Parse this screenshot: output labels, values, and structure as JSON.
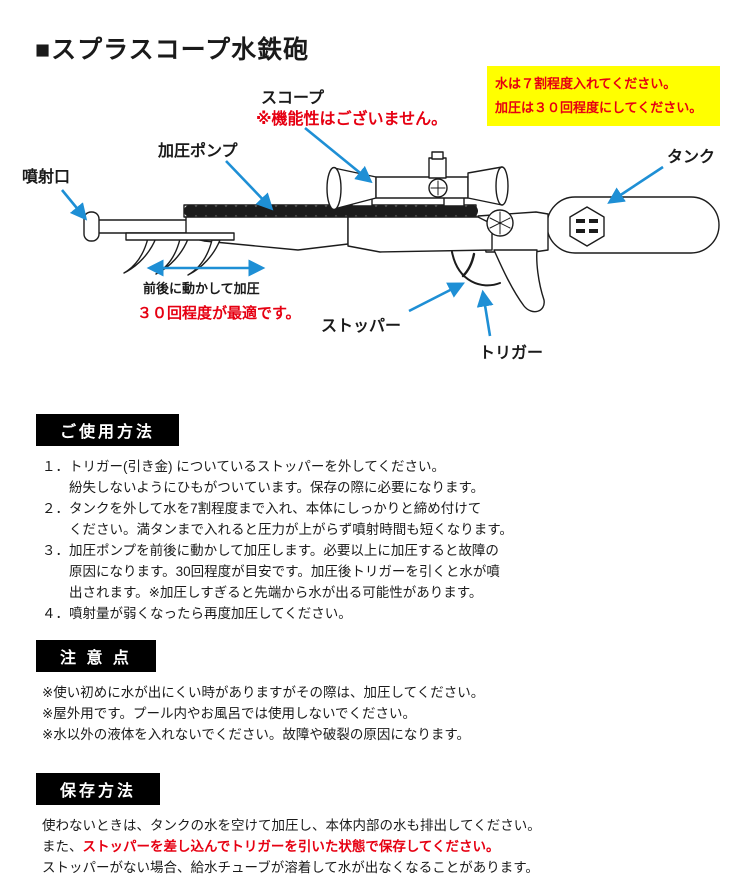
{
  "colors": {
    "arrow_blue": "#1e8fd5",
    "alert_red": "#e60012",
    "notice_bg": "#ffff00"
  },
  "title": "■スプラスコープ水鉄砲",
  "notice": {
    "line1": "水は７割程度入れてください。",
    "line2": "加圧は３０回程度にしてください。"
  },
  "diagram": {
    "scope_label": "スコープ",
    "scope_note": "※機能性はございません。",
    "pump_label": "加圧ポンプ",
    "nozzle_label": "噴射口",
    "tank_label": "タンク",
    "stopper_label": "ストッパー",
    "trigger_label": "トリガー",
    "pump_motion_label": "前後に動かして加圧",
    "pump_count_note": "３０回程度が最適です。"
  },
  "usage": {
    "heading": "ご使用方法",
    "lines": [
      "１．トリガー(引き金) についているストッパーを外してください。",
      "紛失しないようにひもがついています。保存の際に必要になります。",
      "２．タンクを外して水を7割程度まで入れ、本体にしっかりと締め付けて",
      "ください。満タンまで入れると圧力が上がらず噴射時間も短くなります。",
      "３．加圧ポンプを前後に動かして加圧します。必要以上に加圧すると故障の",
      "原因になります。30回程度が目安です。加圧後トリガーを引くと水が噴",
      "出されます。※加圧しすぎると先端から水が出る可能性があります。",
      "４．噴射量が弱くなったら再度加圧してください。"
    ]
  },
  "caution": {
    "heading": "注 意 点",
    "lines": [
      "※使い初めに水が出にくい時がありますがその際は、加圧してください。",
      "※屋外用です。プール内やお風呂では使用しないでください。",
      "※水以外の液体を入れないでください。故障や破裂の原因になります。"
    ]
  },
  "storage": {
    "heading": "保存方法",
    "line1": "使わないときは、タンクの水を空けて加圧し、本体内部の水も排出してください。",
    "line2_prefix": "また、",
    "line2_red": "ストッパーを差し込んでトリガーを引いた状態で保存してください。",
    "line3": "ストッパーがない場合、給水チューブが溶着して水が出なくなることがあります。"
  }
}
